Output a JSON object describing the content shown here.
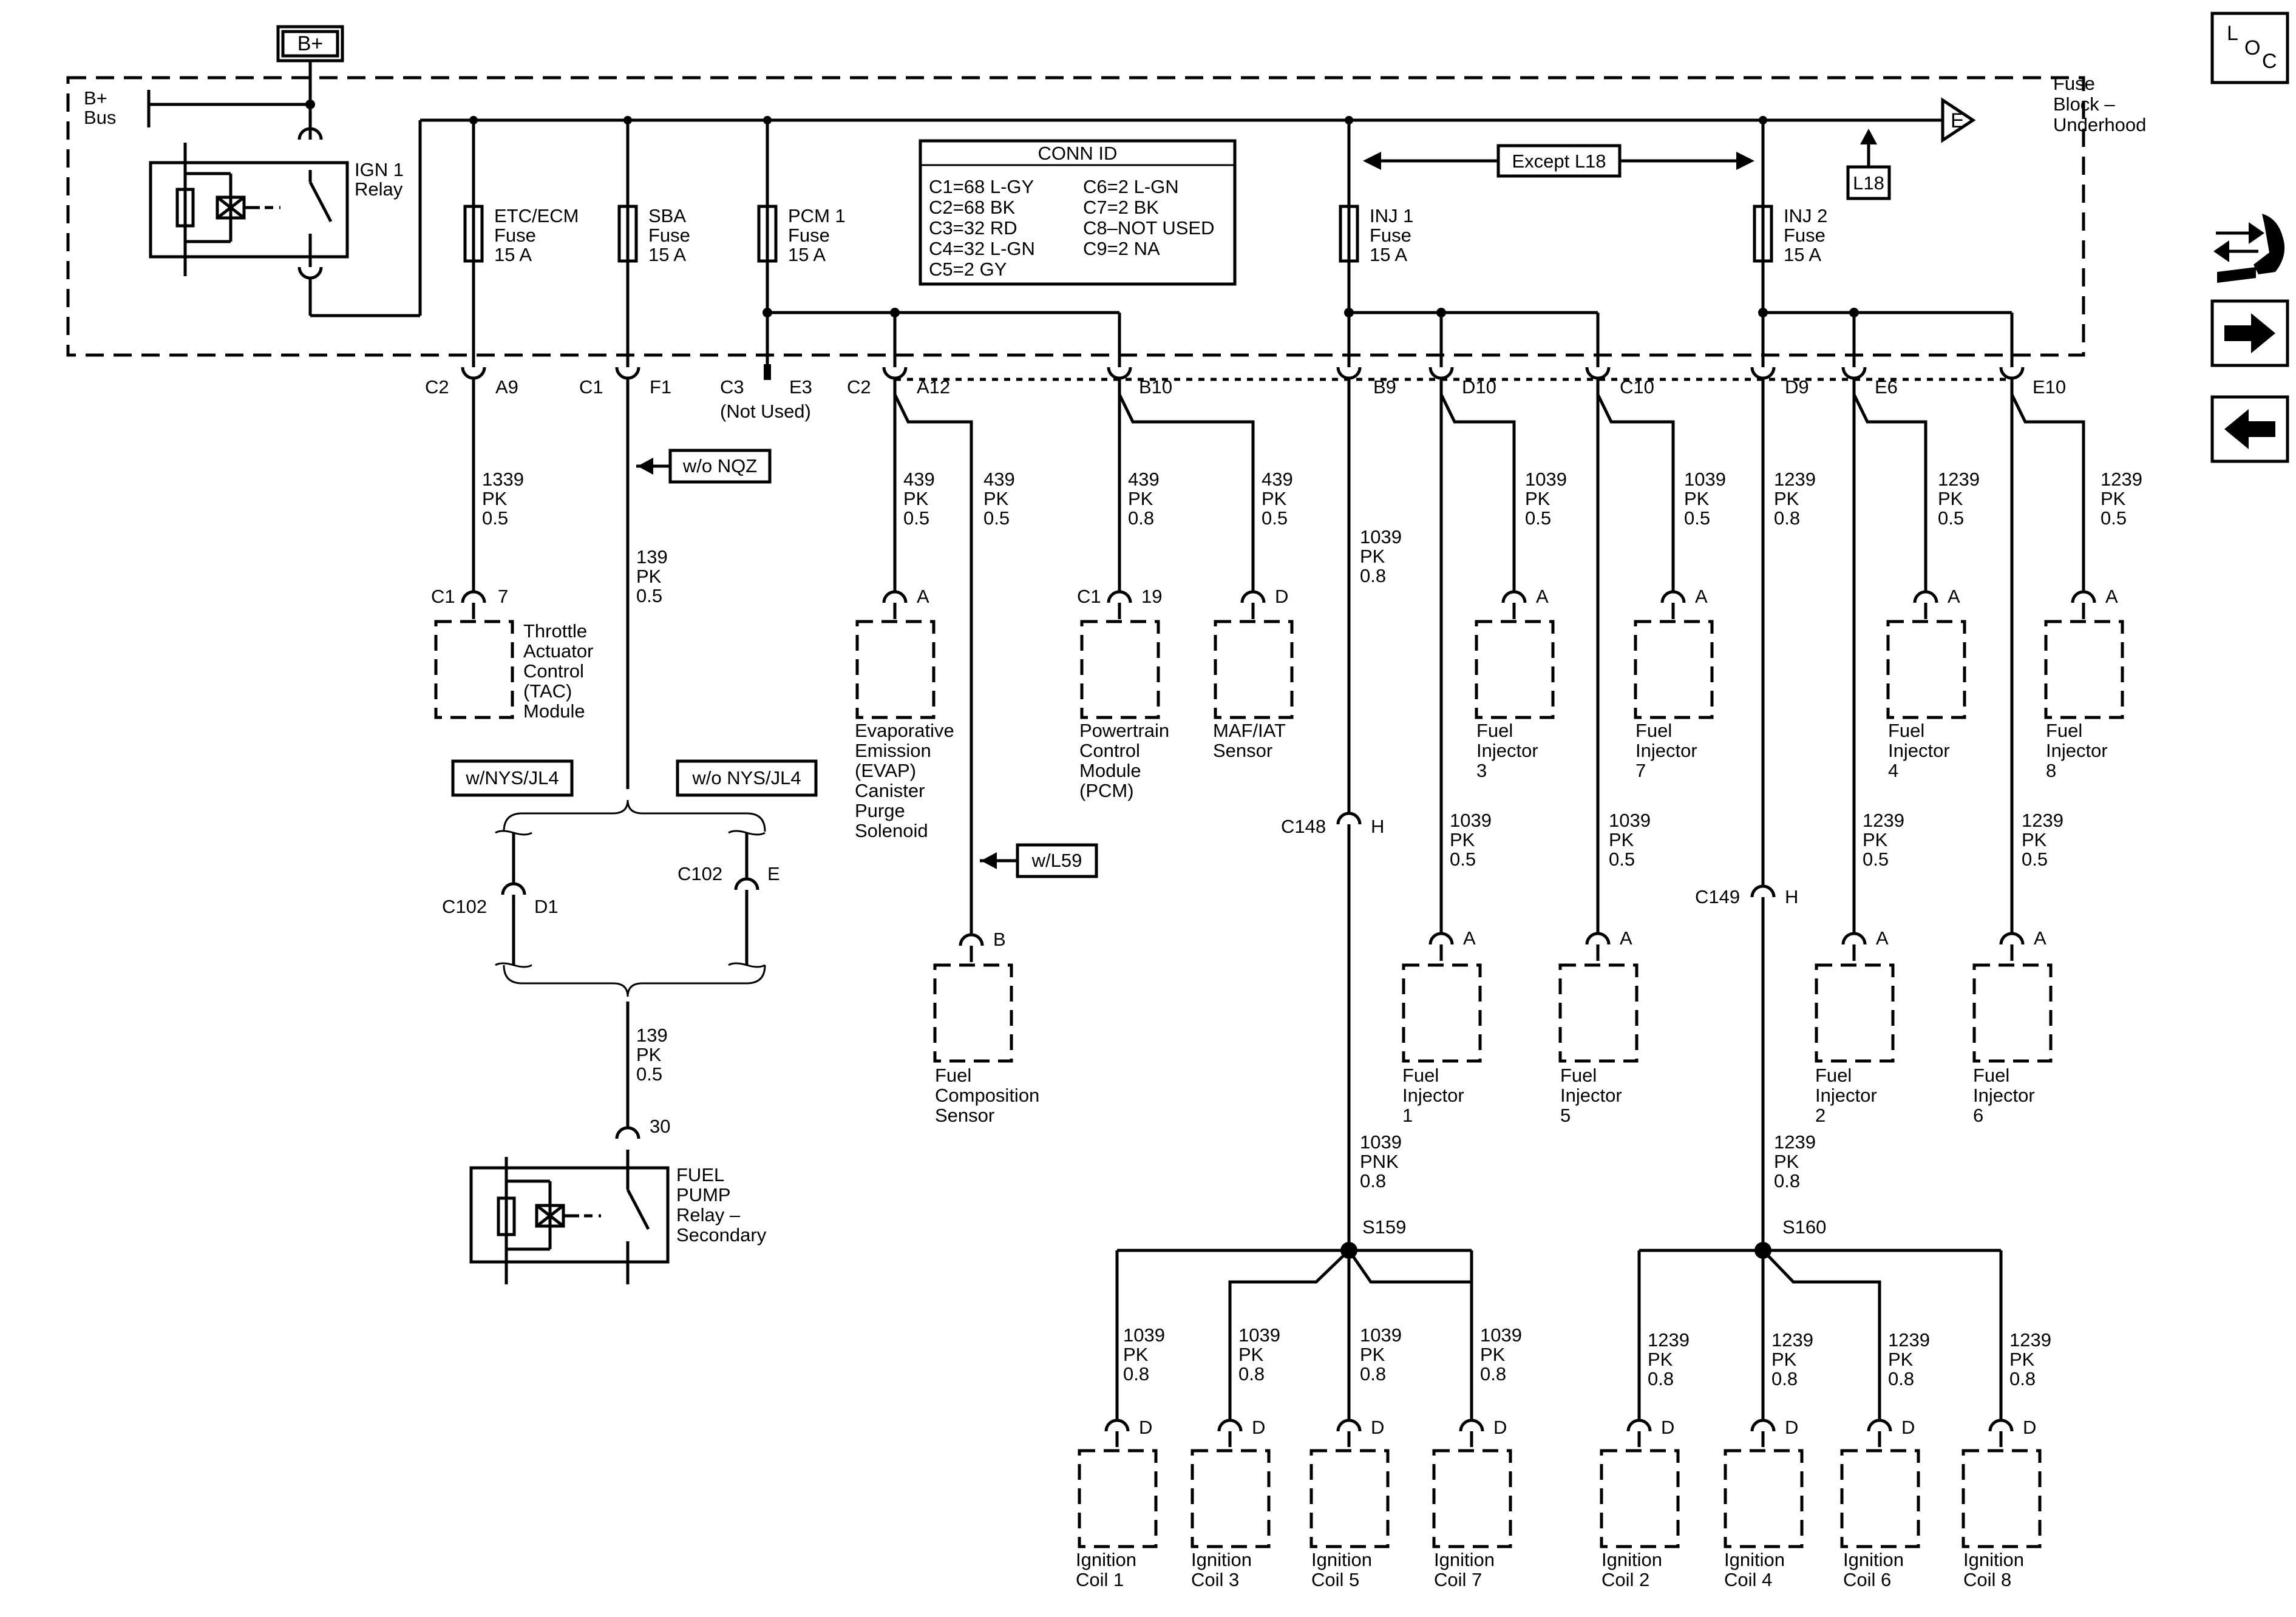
{
  "top": {
    "bplus": "B+",
    "bus": [
      "B+",
      "Bus"
    ]
  },
  "fuse_block": {
    "name": [
      "Fuse",
      "Block –",
      "Underhood"
    ],
    "bus_end": "E"
  },
  "relays": {
    "ign1": [
      "IGN 1",
      "Relay"
    ],
    "fuel_pump": [
      "FUEL",
      "PUMP",
      "Relay –",
      "Secondary"
    ],
    "fuel_pump_pin": "30"
  },
  "loc": [
    "L",
    "O",
    "C"
  ],
  "nav": {
    "wrench": "wrench-icon",
    "next": "arrow-right-icon",
    "prev": "arrow-left-icon"
  },
  "options": {
    "except_l18": "Except L18",
    "l18": "L18",
    "wo_nqz": "w/o NQZ",
    "w_nys": "w/NYS/JL4",
    "wo_nys": "w/o NYS/JL4",
    "w_l59": "w/L59"
  },
  "conn_id": {
    "title": "CONN ID",
    "left": [
      "C1=68 L-GY",
      "C2=68 BK",
      "C3=32 RD",
      "C4=32 L-GN",
      "C5=2 GY"
    ],
    "right": [
      "C6=2 L-GN",
      "C7=2 BK",
      "C8–NOT USED",
      "C9=2 NA"
    ]
  },
  "fuses": [
    [
      "ETC/ECM",
      "Fuse",
      "15 A"
    ],
    [
      "SBA",
      "Fuse",
      "15 A"
    ],
    [
      "PCM 1",
      "Fuse",
      "15 A"
    ],
    [
      "INJ 1",
      "Fuse",
      "15 A"
    ],
    [
      "INJ 2",
      "Fuse",
      "15 A"
    ]
  ],
  "fuse_pins": [
    [
      "C2",
      "A9"
    ],
    [
      "C1",
      "F1"
    ],
    [
      "C3",
      "E3"
    ],
    [
      "C2",
      "A12"
    ],
    [
      "",
      "B10"
    ],
    [
      "",
      "B9"
    ],
    [
      "",
      "D10"
    ],
    [
      "",
      "C10"
    ],
    [
      "",
      "D9"
    ],
    [
      "",
      "E6"
    ],
    [
      "",
      "E10"
    ]
  ],
  "not_used": "(Not Used)",
  "wires": {
    "w1339": [
      "1339",
      "PK",
      "0.5"
    ],
    "w139a": [
      "139",
      "PK",
      "0.5"
    ],
    "w139b": [
      "139",
      "PK",
      "0.5"
    ],
    "w439evap": [
      "439",
      "PK",
      "0.5"
    ],
    "w439fcs": [
      "439",
      "PK",
      "0.5"
    ],
    "w439pcm": [
      "439",
      "PK",
      "0.8"
    ],
    "w439maf": [
      "439",
      "PK",
      "0.5"
    ],
    "w1039main": [
      "1039",
      "PK",
      "0.8"
    ],
    "w1039inj3": [
      "1039",
      "PK",
      "0.5"
    ],
    "w1039inj7": [
      "1039",
      "PK",
      "0.5"
    ],
    "w1239main": [
      "1239",
      "PK",
      "0.8"
    ],
    "w1239inj4": [
      "1239",
      "PK",
      "0.5"
    ],
    "w1239inj8": [
      "1239",
      "PK",
      "0.5"
    ],
    "w1039inj1": [
      "1039",
      "PK",
      "0.5"
    ],
    "w1039inj5": [
      "1039",
      "PK",
      "0.5"
    ],
    "w1239inj2": [
      "1239",
      "PK",
      "0.5"
    ],
    "w1239inj6": [
      "1239",
      "PK",
      "0.5"
    ],
    "w1039pnk": [
      "1039",
      "PNK",
      "0.8"
    ],
    "w1239s": [
      "1239",
      "PK",
      "0.8"
    ],
    "coil1": [
      "1039",
      "PK",
      "0.8"
    ],
    "coil3": [
      "1039",
      "PK",
      "0.8"
    ],
    "coil5": [
      "1039",
      "PK",
      "0.8"
    ],
    "coil7": [
      "1039",
      "PK",
      "0.8"
    ],
    "coil2": [
      "1239",
      "PK",
      "0.8"
    ],
    "coil4": [
      "1239",
      "PK",
      "0.8"
    ],
    "coil6": [
      "1239",
      "PK",
      "0.8"
    ],
    "coil8": [
      "1239",
      "PK",
      "0.8"
    ]
  },
  "connectors": {
    "c148": [
      "C148",
      "H"
    ],
    "c149": [
      "C149",
      "H"
    ],
    "c102a": [
      "C102",
      "D1"
    ],
    "c102b": [
      "C102",
      "E"
    ],
    "tac": [
      "C1",
      "7"
    ],
    "pcm": [
      "C1",
      "19"
    ]
  },
  "splices": {
    "s159": "S159",
    "s160": "S160"
  },
  "components": {
    "tac": [
      "Throttle",
      "Actuator",
      "Control",
      "(TAC)",
      "Module"
    ],
    "evap": [
      "Evaporative",
      "Emission",
      "(EVAP)",
      "Canister",
      "Purge",
      "Solenoid"
    ],
    "fcs": [
      "Fuel",
      "Composition",
      "Sensor"
    ],
    "pcm": [
      "Powertrain",
      "Control",
      "Module",
      "(PCM)"
    ],
    "maf": [
      "MAF/IAT",
      "Sensor"
    ],
    "inj3": [
      "Fuel",
      "Injector",
      "3"
    ],
    "inj7": [
      "Fuel",
      "Injector",
      "7"
    ],
    "inj4": [
      "Fuel",
      "Injector",
      "4"
    ],
    "inj8": [
      "Fuel",
      "Injector",
      "8"
    ],
    "inj1": [
      "Fuel",
      "Injector",
      "1"
    ],
    "inj5": [
      "Fuel",
      "Injector",
      "5"
    ],
    "inj2": [
      "Fuel",
      "Injector",
      "2"
    ],
    "inj6": [
      "Fuel",
      "Injector",
      "6"
    ],
    "coils": [
      [
        "Ignition",
        "Coil 1"
      ],
      [
        "Ignition",
        "Coil 3"
      ],
      [
        "Ignition",
        "Coil 5"
      ],
      [
        "Ignition",
        "Coil 7"
      ],
      [
        "Ignition",
        "Coil 2"
      ],
      [
        "Ignition",
        "Coil 4"
      ],
      [
        "Ignition",
        "Coil 6"
      ],
      [
        "Ignition",
        "Coil 8"
      ]
    ]
  },
  "pin_letters": {
    "a": "A",
    "b": "B",
    "d": "D"
  }
}
